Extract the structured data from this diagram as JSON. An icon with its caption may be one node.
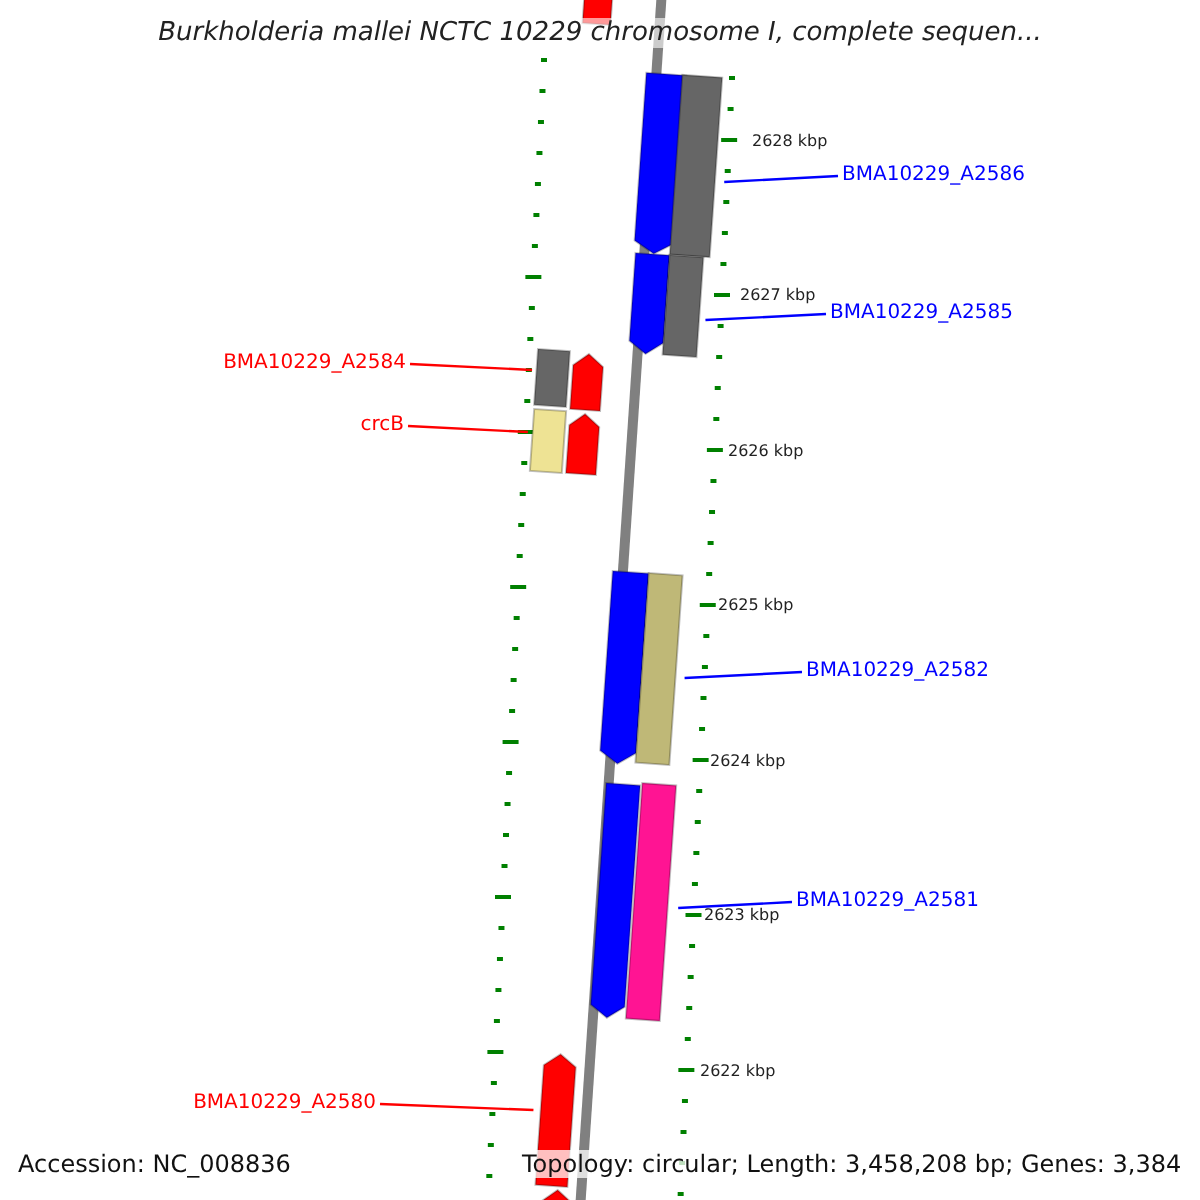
{
  "diagram": {
    "title": "Burkholderia mallei NCTC 10229 chromosome I, complete sequen...",
    "nodes": [
      {
        "text": [],
        "shape": "bar"
      },
      {
        "text": [],
        "shape": "bar"
      },
      {
        "text": [],
        "shape": "bar"
      },
      {
        "text": [
          "BMA10229_A2586"
        ]
      },
      {
        "text": [],
        "shape": "bar"
      },
      {
        "text": [],
        "shape": "bar"
      },
      {
        "text": [
          "BMA10229_A2585"
        ]
      },
      {
        "text": [],
        "shape": "bar"
      },
      {
        "text": [],
        "shape": "bar"
      },
      {
        "text": [
          "BMA10229_A2584"
        ]
      },
      {
        "text": [],
        "shape": "bar"
      },
      {
        "text": [],
        "shape": "bar"
      },
      {
        "text": [
          "crcB"
        ]
      },
      {
        "text": [],
        "shape": "bar"
      },
      {
        "text": [],
        "shape": "bar"
      },
      {
        "text": [
          "BMA10229_A2582"
        ]
      },
      {
        "text": [],
        "shape": "bar"
      },
      {
        "text": [],
        "shape": "bar"
      },
      {
        "text": [
          "BMA10229_A2581"
        ]
      },
      {
        "text": [],
        "shape": "bar"
      },
      {
        "text": [
          "BMA10229_A2580"
        ]
      },
      {
        "text": [],
        "shape": "bar"
      }
    ],
    "edges": [
      {
        "from": 3,
        "to": 2,
        "arrow": "none"
      },
      {
        "from": 6,
        "to": 5,
        "arrow": "none"
      },
      {
        "from": 9,
        "to": 7,
        "arrow": "none",
        "color": "#ff0000"
      },
      {
        "from": 12,
        "to": 10,
        "arrow": "none",
        "color": "#ff0000"
      },
      {
        "from": 15,
        "to": 14,
        "arrow": "none"
      },
      {
        "from": 18,
        "to": 17,
        "arrow": "none"
      },
      {
        "from": 20,
        "to": 19,
        "arrow": "none",
        "color": "#ff0000"
      }
    ],
    "labels": [
      "2628 kbp",
      "2627 kbp",
      "2626 kbp",
      "2625 kbp",
      "2624 kbp",
      "2623 kbp",
      "2622 kbp",
      "Accession: NC_008836",
      "Topology: circular; Length: 3,458,208 bp; Genes: 3,384"
    ]
  }
}
